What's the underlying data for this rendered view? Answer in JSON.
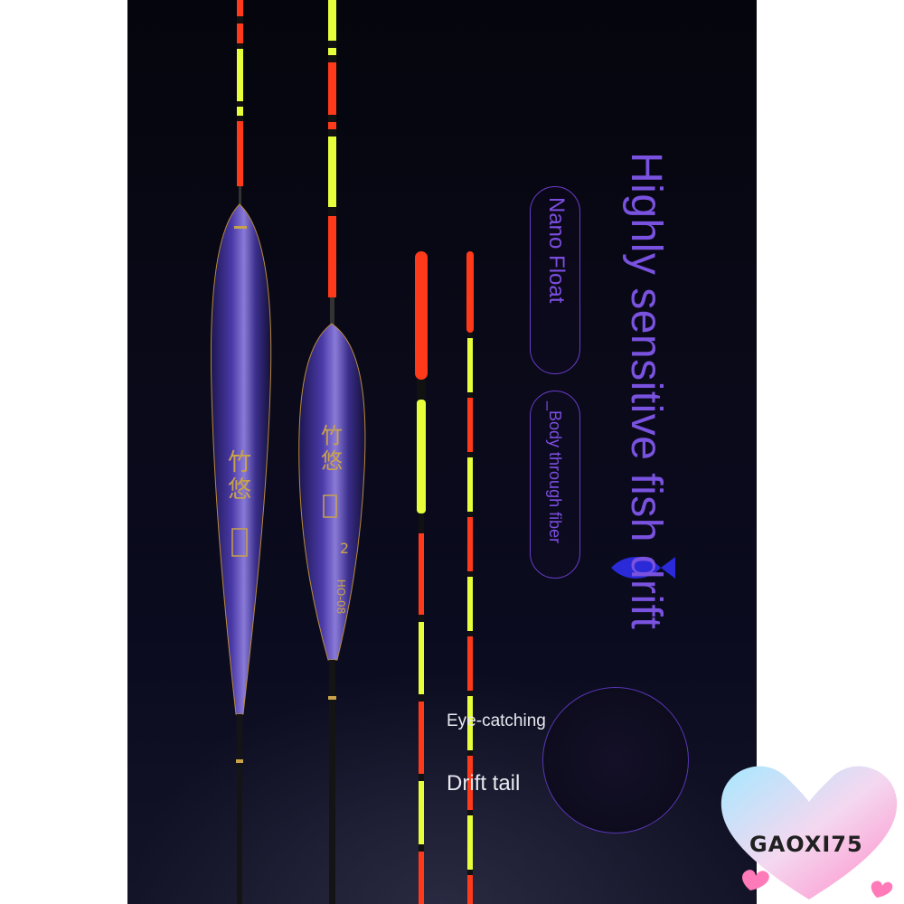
{
  "headline": "Highly sensitive fish drift",
  "labels": {
    "nano_float": "Nano Float",
    "body_fiber": "_Body through fiber",
    "eye_catching": "Eye-catching",
    "drift_tail": "Drift tail"
  },
  "float_print": {
    "brand_chars": "竹悠",
    "model_mark": "2",
    "code_mark": "HO-08"
  },
  "watermark": "GAOXI75",
  "colors": {
    "background": "#0a0a1a",
    "accent_purple": "#7a52e0",
    "tip_orange": "#ff3a1a",
    "tip_yellow": "#e6ff3a",
    "float_body": "#3a2f8c"
  }
}
